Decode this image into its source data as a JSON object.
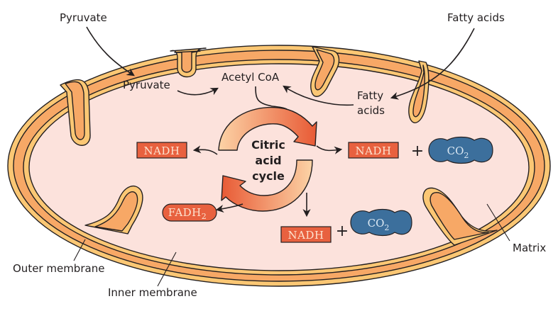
{
  "diagram": {
    "title": "Mitochondrion – Citric acid cycle",
    "colors": {
      "outer_membrane": "#fbc774",
      "intermembrane_space": "#f7a866",
      "matrix": "#fce2dc",
      "outline": "#231f20",
      "nadh_box": "#e8613f",
      "nadh_text": "#fde3cf",
      "co2_fill": "#3c6f9c",
      "co2_text": "#dbe8f3",
      "cycle_light": "#fcd3a6",
      "cycle_dark": "#e85a35"
    },
    "labels": {
      "pyruvate_outside": "Pyruvate",
      "pyruvate_inside": "Pyruvate",
      "acetyl_coa": "Acetyl CoA",
      "fatty_acids_outside": "Fatty acids",
      "fatty_acids_inside_line1": "Fatty",
      "fatty_acids_inside_line2": "acids",
      "cycle_line1": "Citric",
      "cycle_line2": "acid",
      "cycle_line3": "cycle",
      "outer_membrane": "Outer membrane",
      "inner_membrane": "Inner membrane",
      "matrix": "Matrix"
    },
    "products": {
      "nadh_left": "NADH",
      "nadh_right": "NADH",
      "nadh_bottom": "NADH",
      "fadh2_main": "FADH",
      "fadh2_sub": "2",
      "co2_right_main": "CO",
      "co2_right_sub": "2",
      "co2_bottom_main": "CO",
      "co2_bottom_sub": "2",
      "plus": "+"
    }
  }
}
